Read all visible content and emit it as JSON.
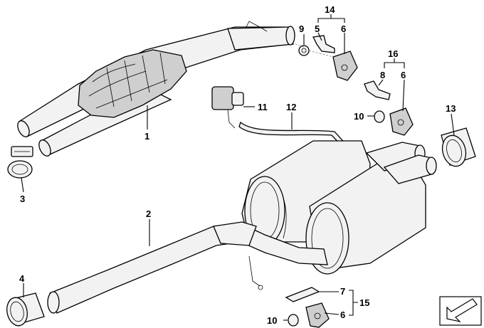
{
  "callouts": {
    "c1": "1",
    "c2": "2",
    "c3": "3",
    "c4": "4",
    "c5a": "5",
    "c6a": "6",
    "c6b": "6",
    "c6c": "6",
    "c7": "7",
    "c8": "8",
    "c9": "9",
    "c10a": "10",
    "c10b": "10",
    "c11": "11",
    "c12": "12",
    "c13": "13",
    "c14": "14",
    "c15": "15",
    "c16": "16"
  },
  "icons": {
    "corner": "arrow-icon"
  }
}
